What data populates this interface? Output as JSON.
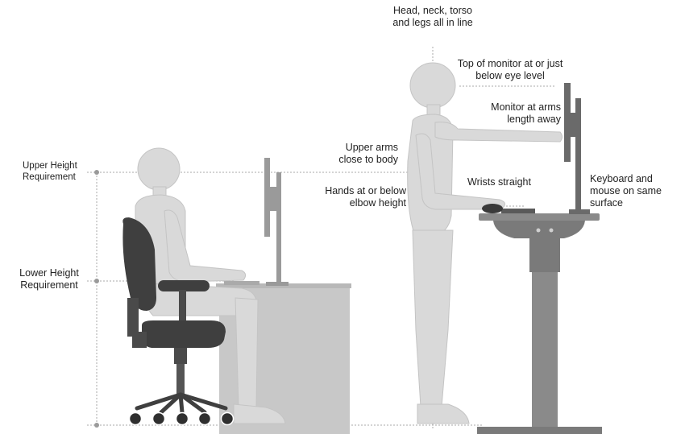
{
  "labels": {
    "head_neck": "Head, neck, torso and legs all in line",
    "monitor_top": "Top of monitor at or just below eye level",
    "monitor_arms": "Monitor at arms length away",
    "upper_arms": "Upper arms close to body",
    "hands_elbow": "Hands at or below elbow height",
    "wrists": "Wrists straight",
    "keyboard": "Keyboard and mouse on same surface",
    "upper_height": "Upper Height Requirement",
    "lower_height": "Lower Height Requirement"
  },
  "colors": {
    "figure": "#d9d9d9",
    "figure_outline": "#c4c4c4",
    "desk": "#c8c8c8",
    "monitor": "#9a9a9a",
    "chair": "#3f3f3f",
    "stand_desk": "#7a7a7a",
    "guide_line": "#a8a8a8",
    "text": "#222222"
  }
}
